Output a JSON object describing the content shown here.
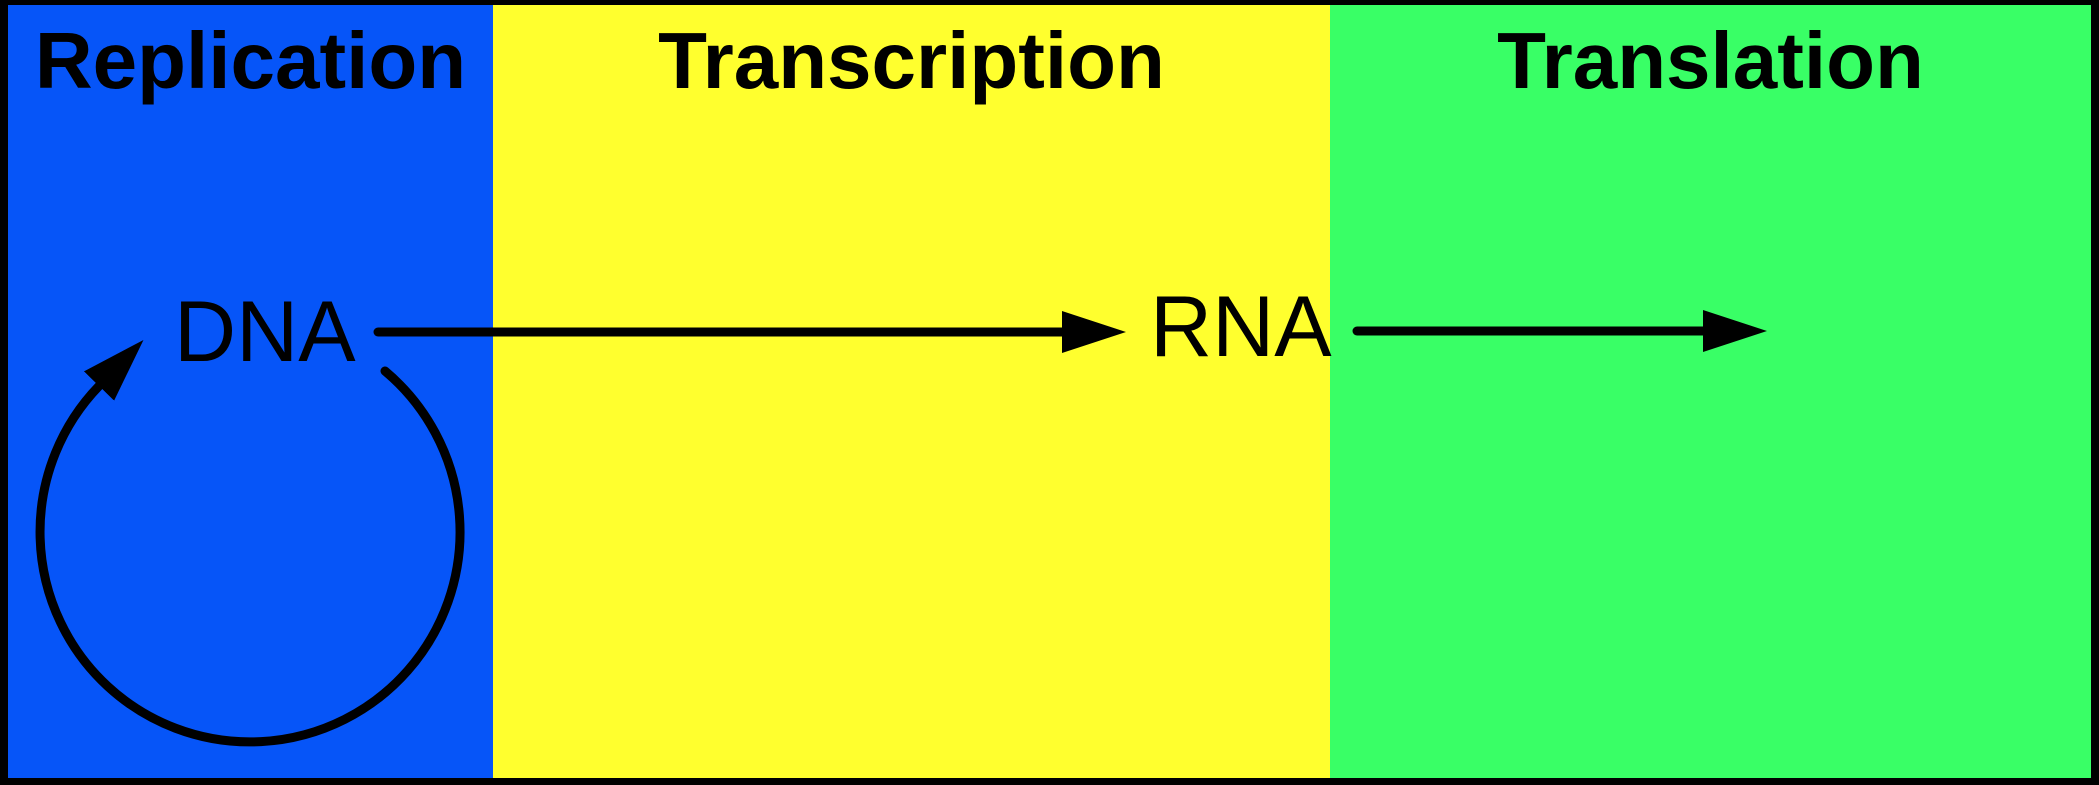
{
  "diagram_title": "Central dogma stages diagram",
  "panels": [
    {
      "id": "replication",
      "label": "Replication",
      "color": "#0655F8"
    },
    {
      "id": "transcription",
      "label": "Transcription",
      "color": "#FFFF2E"
    },
    {
      "id": "translation",
      "label": "Translation",
      "color": "#39FF66"
    }
  ],
  "nodes": [
    {
      "id": "dna",
      "label": "DNA"
    },
    {
      "id": "rna",
      "label": "RNA"
    }
  ],
  "arrows": [
    {
      "name": "replication-loop-arrow",
      "description": "circular arrow looping from DNA back to itself"
    },
    {
      "name": "transcription-arrow",
      "description": "straight arrow from DNA to RNA"
    },
    {
      "name": "translation-arrow",
      "description": "straight arrow from RNA pointing right"
    }
  ],
  "stroke_color": "#000000",
  "border_color": "#000000",
  "text_color": "#000000"
}
